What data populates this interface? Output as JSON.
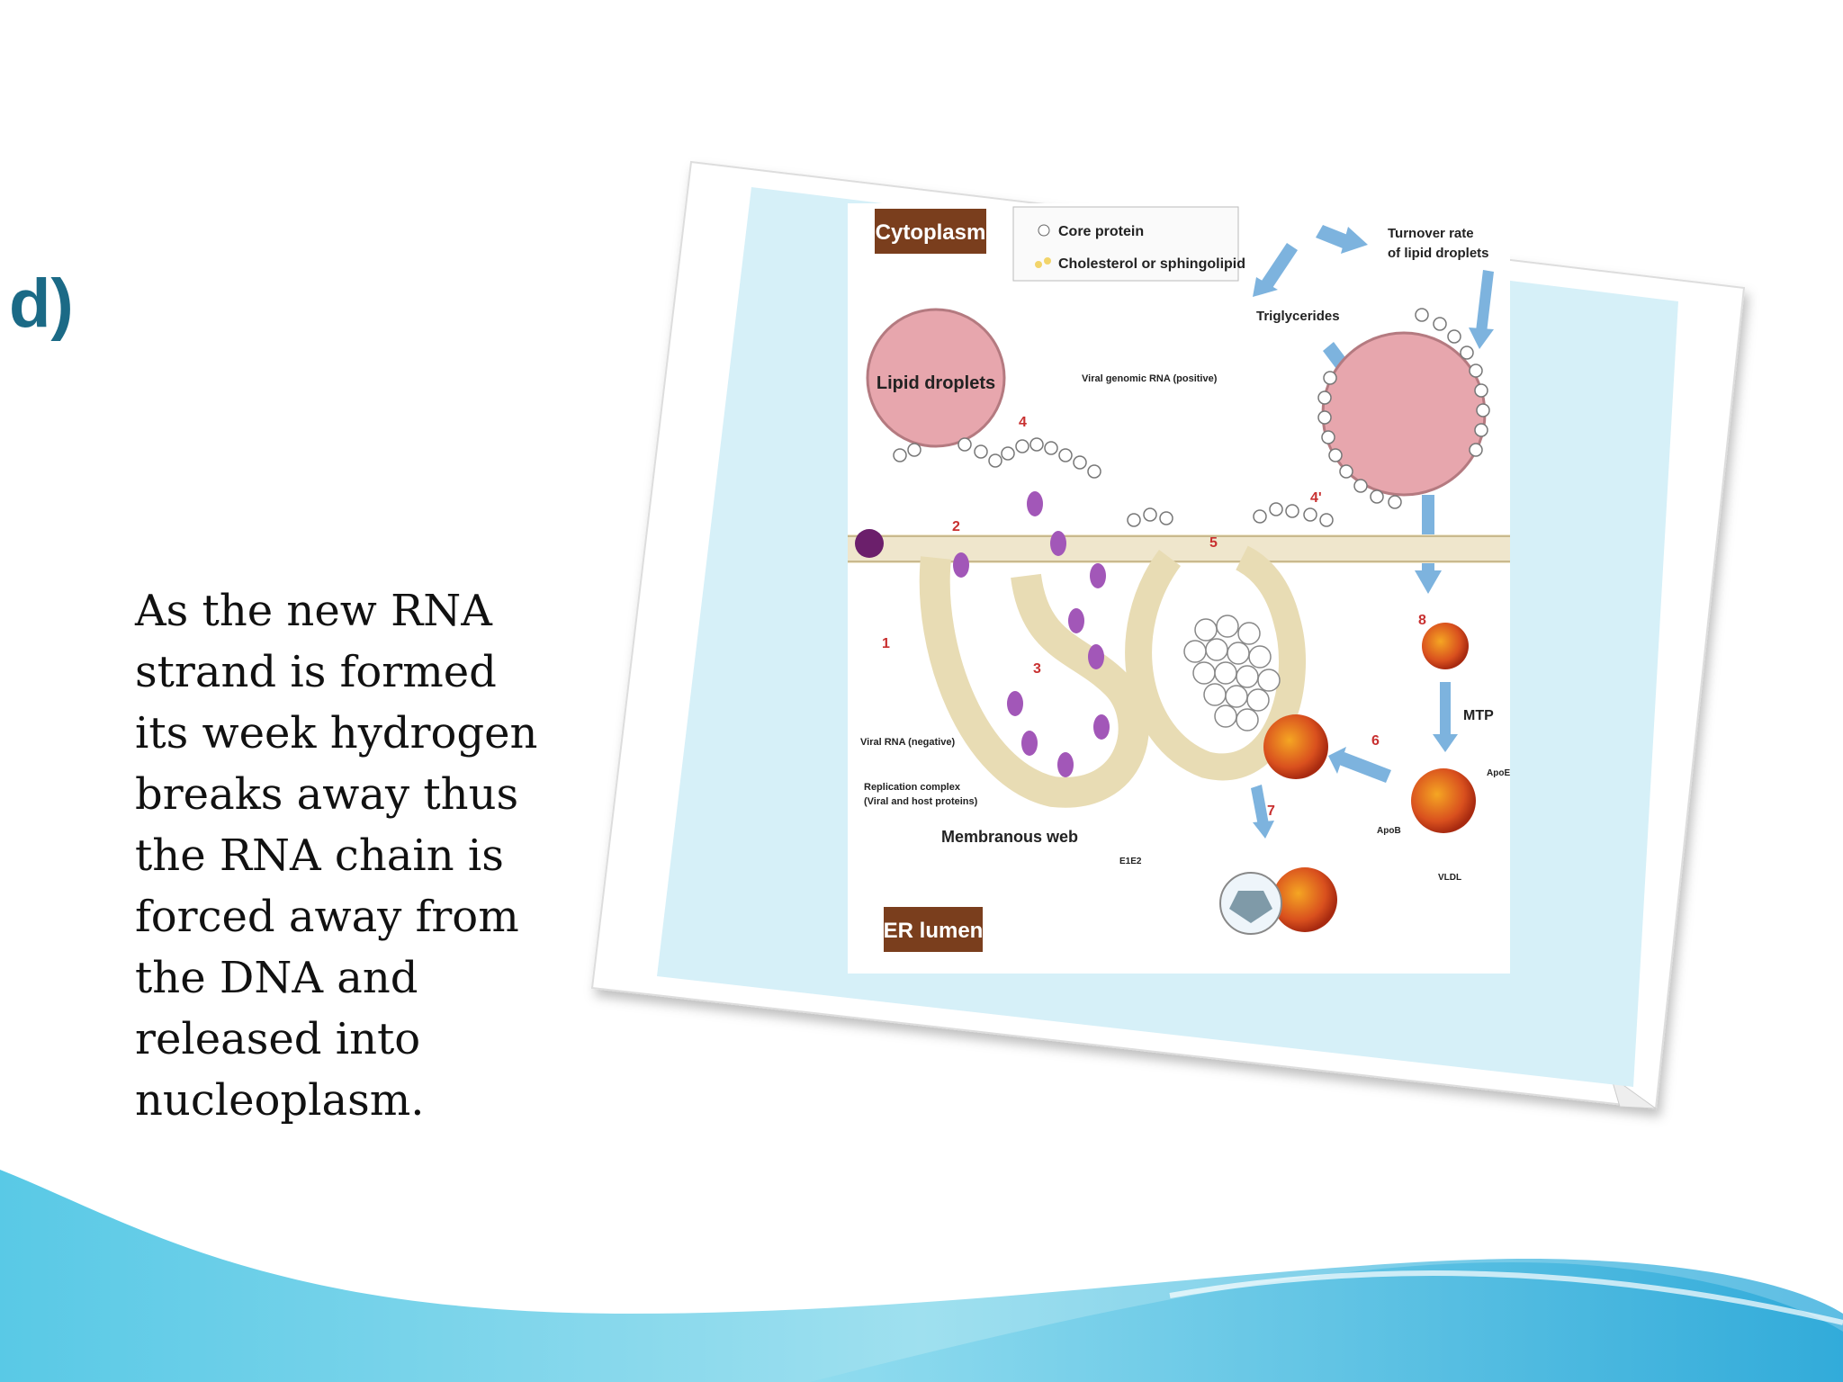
{
  "slide": {
    "heading": "d)",
    "body_lines": [
      "As the new RNA",
      "strand is formed",
      "its week hydrogen",
      "breaks away thus",
      "the RNA chain is",
      "forced away from",
      "the DNA and",
      "released into",
      "nucleoplasm."
    ]
  },
  "diagram": {
    "cytoplasm": "Cytoplasm",
    "legend_core": "Core protein",
    "legend_chol": "Cholesterol or sphingolipid",
    "turnover_1": "Turnover rate",
    "turnover_2": "of lipid droplets",
    "triglycerides": "Triglycerides",
    "lipid_droplets": "Lipid droplets",
    "viral_genomic": "Viral genomic RNA (positive)",
    "viral_rna_neg": "Viral RNA (negative)",
    "replication_1": "Replication complex",
    "replication_2": "(Viral and host proteins)",
    "membranous_web": "Membranous web",
    "er_lumen": "ER lumen",
    "mtp": "MTP",
    "apoe": "ApoE",
    "apob": "ApoB",
    "vldl": "VLDL",
    "e2e1": "E1E2",
    "steps": [
      "1",
      "2",
      "3",
      "4",
      "4'",
      "5",
      "6",
      "7",
      "8"
    ]
  },
  "colors": {
    "heading": "#1b6a86",
    "photo_bg": "#d6f0f8",
    "label_box": "#7a3e1d",
    "droplet": "#e7a6ad",
    "arrow": "#7db3de",
    "wave_dark": "#2aa8d8",
    "wave_light": "#8fdcef"
  }
}
